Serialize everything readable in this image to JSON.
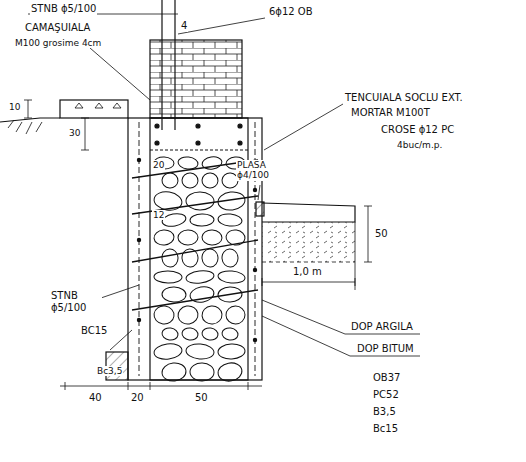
{
  "diagram": {
    "labels": [
      "STNB ϕ5/100",
      "4",
      "CAMAŞUIALA",
      "M100 grosime 4cm",
      "6ϕ12 OB",
      "TENCUIALA SOCLU EXT.",
      "MORTAR M100T",
      "CROSE ϕ12 PC",
      "4buc/m.p.",
      "PLASA ϕ4/100",
      "10",
      "30",
      "20",
      "12",
      "50",
      "1,0 m",
      "DOP ARGILA",
      "DOP BITUM",
      "STNB ϕ5/100",
      "BC15",
      "Bc3,5",
      "40",
      "20",
      "50",
      "OB37",
      "PC52",
      "B3,5",
      "Bc15"
    ]
  }
}
